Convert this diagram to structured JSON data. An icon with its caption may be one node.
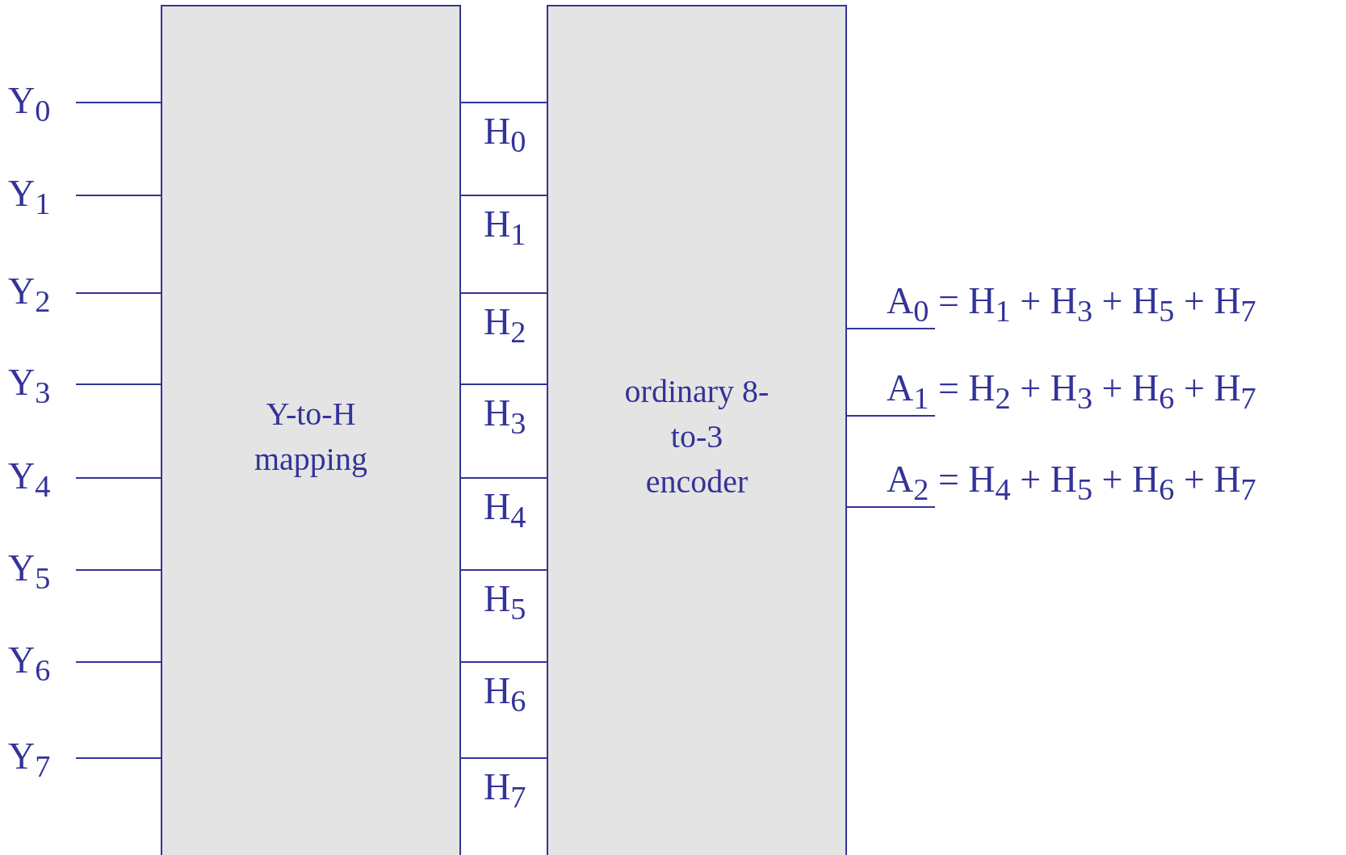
{
  "diagram": {
    "nodes": [
      {
        "text": [
          "Y$_{0}$"
        ]
      },
      {
        "text": [
          "Y$_{1}$"
        ]
      },
      {
        "text": [
          "Y$_{2}$"
        ]
      },
      {
        "text": [
          "Y$_{3}$"
        ]
      },
      {
        "text": [
          "Y$_{4}$"
        ]
      },
      {
        "text": [
          "Y$_{5}$"
        ]
      },
      {
        "text": [
          "Y$_{6}$"
        ]
      },
      {
        "text": [
          "Y$_{7}$"
        ]
      },
      {
        "text": [
          "Y-to-H mapping"
        ]
      },
      {
        "text": [
          "ordinary 8-to-3 encoder"
        ]
      },
      {
        "text": [
          "A$_{0}$ = H$_{1}$ + H$_{3}$ + H$_{5}$ + H$_{7}$"
        ]
      },
      {
        "text": [
          "A$_{1}$ = H$_{2}$ + H$_{3}$ + H$_{6}$ + H$_{7}$"
        ]
      },
      {
        "text": [
          "A$_{2}$ = H$_{4}$ + H$_{5}$ + H$_{6}$ + H$_{7}$"
        ]
      }
    ],
    "edges": [
      {
        "from": 0,
        "to": 8,
        "arrow": "none"
      },
      {
        "from": 1,
        "to": 8,
        "arrow": "none"
      },
      {
        "from": 2,
        "to": 8,
        "arrow": "none"
      },
      {
        "from": 3,
        "to": 8,
        "arrow": "none"
      },
      {
        "from": 4,
        "to": 8,
        "arrow": "none"
      },
      {
        "from": 5,
        "to": 8,
        "arrow": "none"
      },
      {
        "from": 6,
        "to": 8,
        "arrow": "none"
      },
      {
        "from": 7,
        "to": 8,
        "arrow": "none"
      },
      {
        "from": 8,
        "to": 9,
        "arrow": "none",
        "label": "H$_{0}$"
      },
      {
        "from": 8,
        "to": 9,
        "arrow": "none",
        "label": "H$_{1}$"
      },
      {
        "from": 8,
        "to": 9,
        "arrow": "none",
        "label": "H$_{2}$"
      },
      {
        "from": 8,
        "to": 9,
        "arrow": "none",
        "label": "H$_{3}$"
      },
      {
        "from": 8,
        "to": 9,
        "arrow": "none",
        "label": "H$_{4}$"
      },
      {
        "from": 8,
        "to": 9,
        "arrow": "none",
        "label": "H$_{5}$"
      },
      {
        "from": 8,
        "to": 9,
        "arrow": "none",
        "label": "H$_{6}$"
      },
      {
        "from": 8,
        "to": 9,
        "arrow": "none",
        "label": "H$_{7}$"
      },
      {
        "from": 9,
        "to": 10,
        "arrow": "none"
      },
      {
        "from": 9,
        "to": 11,
        "arrow": "none"
      },
      {
        "from": 9,
        "to": 12,
        "arrow": "none"
      }
    ]
  }
}
